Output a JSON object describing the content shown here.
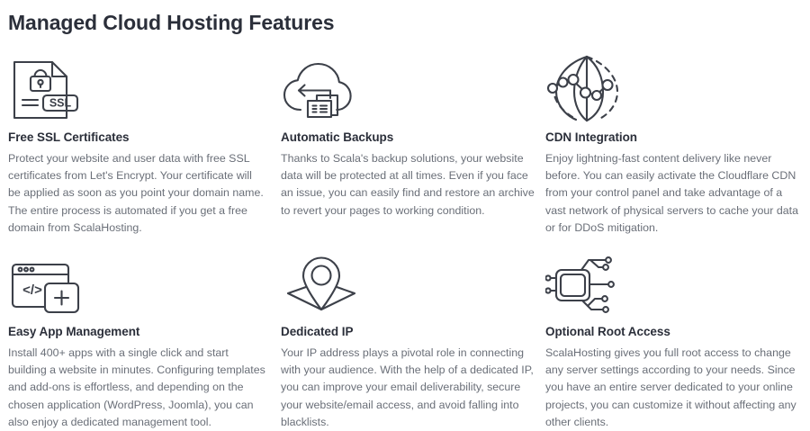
{
  "page": {
    "title": "Managed Cloud Hosting Features",
    "title_color": "#2b2f3a",
    "body_color": "#6a6f78",
    "background_color": "#ffffff",
    "icon_stroke_color": "#3c4049"
  },
  "features": [
    {
      "icon": "ssl-certificate-icon",
      "icon_badge_label": "SSL",
      "title": "Free SSL Certificates",
      "description": "Protect your website and user data with free SSL certificates from Let's Encrypt. Your certificate will be applied as soon as you point your domain name. The entire process is automated if you get a free domain from ScalaHosting."
    },
    {
      "icon": "cloud-backup-icon",
      "title": "Automatic Backups",
      "description": "Thanks to Scala's backup solutions, your website data will be protected at all times. Even if you face an issue, you can easily find and restore an archive to revert your pages to working condition."
    },
    {
      "icon": "globe-network-icon",
      "title": "CDN Integration",
      "description": "Enjoy lightning-fast content delivery like never before. You can easily activate the Cloudflare CDN from your control panel and take advantage of a vast network of physical servers to cache your data or for DDoS mitigation."
    },
    {
      "icon": "code-window-plus-icon",
      "icon_code_label": "</>",
      "title": "Easy App Management",
      "description": "Install 400+ apps with a single click and start building a website in minutes. Configuring templates and add-ons is effortless, and depending on the chosen application (WordPress, Joomla), you can also enjoy a dedicated management tool."
    },
    {
      "icon": "map-pin-icon",
      "title": "Dedicated IP",
      "description": "Your IP address plays a pivotal role in connecting with your audience. With the help of a dedicated IP, you can improve your email deliverability, secure your website/email access, and avoid falling into blacklists."
    },
    {
      "icon": "circuit-chip-icon",
      "title": "Optional Root Access",
      "description": "ScalaHosting gives you full root access to change any server settings according to your needs. Since you have an entire server dedicated to your online projects, you can customize it without affecting any other clients."
    }
  ]
}
